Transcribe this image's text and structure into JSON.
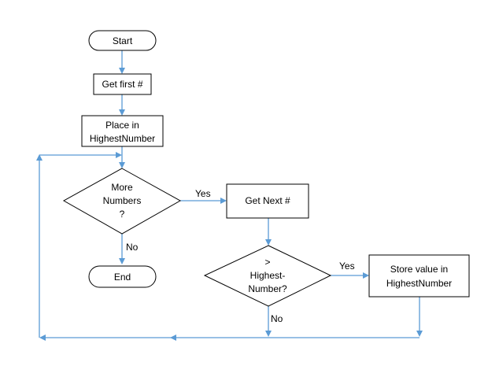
{
  "colors": {
    "connector": "#5b9bd5",
    "node_border": "#000000",
    "node_fill": "#ffffff",
    "text": "#000000"
  },
  "nodes": {
    "start": {
      "shape": "terminator",
      "lines": [
        "Start"
      ]
    },
    "get_first": {
      "shape": "process",
      "lines": [
        "Get first #"
      ]
    },
    "place_in": {
      "shape": "process",
      "lines": [
        "Place in",
        "HighestNumber"
      ]
    },
    "more_numbers": {
      "shape": "decision",
      "lines": [
        "More",
        "Numbers",
        "?"
      ]
    },
    "get_next": {
      "shape": "process",
      "lines": [
        "Get Next #"
      ]
    },
    "end": {
      "shape": "terminator",
      "lines": [
        "End"
      ]
    },
    "greater_highest": {
      "shape": "decision",
      "lines": [
        ">",
        "Highest-",
        "Number?"
      ]
    },
    "store_value": {
      "shape": "process",
      "lines": [
        "Store value in",
        "HighestNumber"
      ]
    }
  },
  "edges": {
    "more_yes": "Yes",
    "more_no": "No",
    "greater_yes": "Yes",
    "greater_no": "No"
  }
}
